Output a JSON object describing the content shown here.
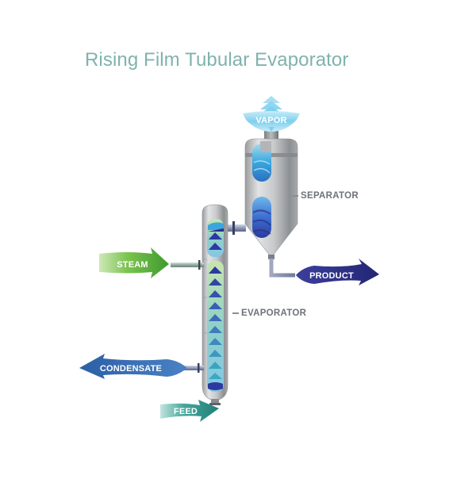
{
  "diagram": {
    "title": "Rising Film Tubular Evaporator",
    "components": {
      "separator": "SEPARATOR",
      "evaporator": "EVAPORATOR"
    },
    "flows": {
      "vapor": "VAPOR",
      "steam": "STEAM",
      "product": "PRODUCT",
      "condensate": "CONDENSATE",
      "feed": "FEED"
    },
    "colors": {
      "title": "#7fb3ad",
      "steam": "#5aae3c",
      "product": "#2c2f86",
      "condensate": "#3a6fb2",
      "feed": "#2c8e84",
      "vapor": "#6cc3e6",
      "vessel": "#c6c8ca",
      "label": "#6e7278"
    }
  }
}
